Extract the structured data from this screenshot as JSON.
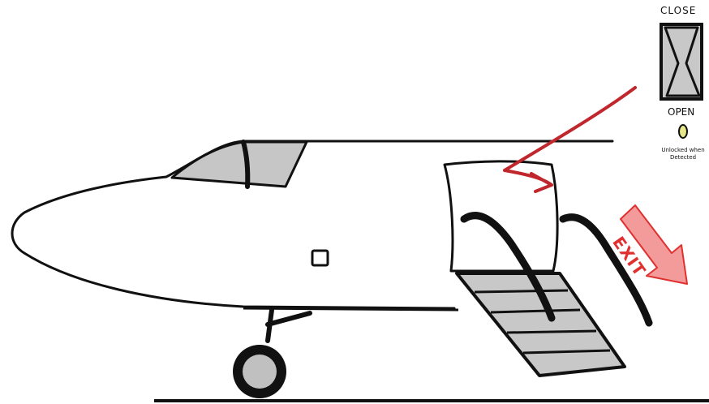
{
  "door_panel": {
    "close_label": "CLOSE",
    "open_label": "OPEN",
    "caption": "Unlocked when Detected",
    "indicator_color": "#e6e88a",
    "switch_color": "#c8c8c8"
  },
  "exit_sign": {
    "label": "EXIT",
    "color": "#f39a9a",
    "outline": "#e03030"
  },
  "colors": {
    "cockpit_window": "#c6c6c6",
    "stairs": "#c8c8c8",
    "wheel": "#c0c0c0",
    "arrow": "#c0272d"
  }
}
